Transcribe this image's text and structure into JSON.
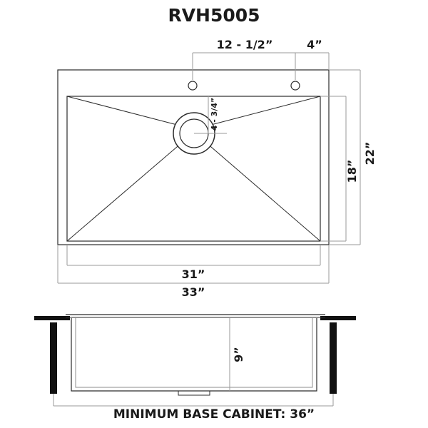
{
  "title": "RVH5005",
  "dimensions": {
    "faucet_hole_spacing": "12 - 1/2”",
    "hole_to_edge": "4”",
    "drain_offset": "4 - 3/4”",
    "bowl_depth_inner": "18”",
    "overall_depth": "22”",
    "bowl_width": "31”",
    "overall_width": "33”",
    "bowl_height": "9”"
  },
  "cabinet_label": "MINIMUM BASE CABINET: 36”",
  "colors": {
    "line": "#2b2b2b",
    "dim_line": "#9a9a9a",
    "text": "#1a1a1a",
    "counter": "#111111"
  }
}
